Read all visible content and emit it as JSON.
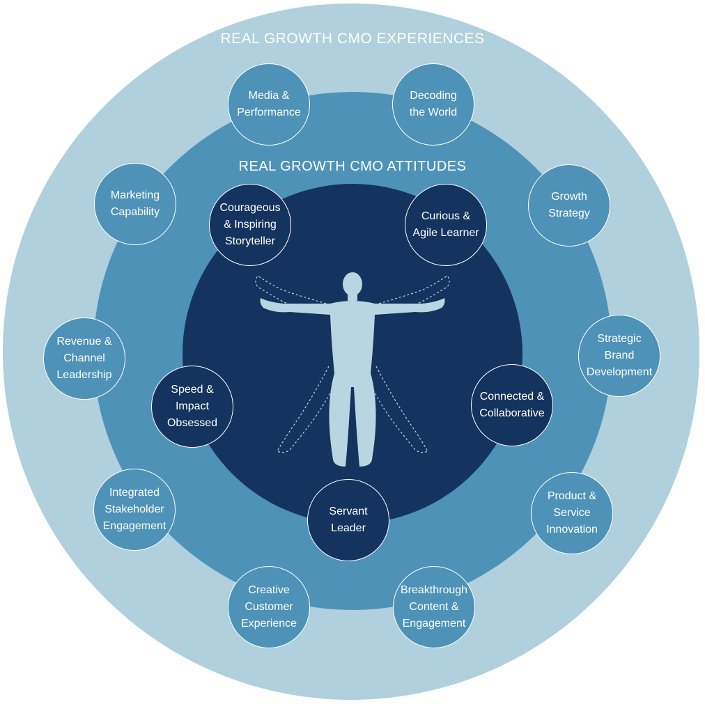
{
  "titles": {
    "experiences": "REAL GROWTH CMO EXPERIENCES",
    "attitudes": "REAL GROWTH CMO ATTITUDES"
  },
  "experiences": [
    {
      "id": "media",
      "label": "Media &\nPerformance"
    },
    {
      "id": "decoding",
      "label": "Decoding\nthe World"
    },
    {
      "id": "growth",
      "label": "Growth\nStrategy"
    },
    {
      "id": "brand",
      "label": "Strategic\nBrand\nDevelopment"
    },
    {
      "id": "product",
      "label": "Product &\nService\nInnovation"
    },
    {
      "id": "content",
      "label": "Breakthrough\nContent &\nEngagement"
    },
    {
      "id": "customer",
      "label": "Creative\nCustomer\nExperience"
    },
    {
      "id": "stakeholder",
      "label": "Integrated\nStakeholder\nEngagement"
    },
    {
      "id": "revenue",
      "label": "Revenue &\nChannel\nLeadership"
    },
    {
      "id": "capability",
      "label": "Marketing\nCapability"
    }
  ],
  "attitudes": [
    {
      "id": "courageous",
      "label": "Courageous\n& Inspiring\nStoryteller"
    },
    {
      "id": "curious",
      "label": "Curious &\nAgile Learner"
    },
    {
      "id": "connected",
      "label": "Connected &\nCollaborative"
    },
    {
      "id": "servant",
      "label": "Servant\nLeader"
    },
    {
      "id": "speed",
      "label": "Speed &\nImpact\nObsessed"
    }
  ],
  "colors": {
    "outer_ring": "#afd0dc",
    "middle_ring": "#4e92b8",
    "inner_circle": "#14335e",
    "figure": "#b8d6e2",
    "text": "#ffffff"
  },
  "icons": {
    "figure": "human-figure-icon"
  }
}
